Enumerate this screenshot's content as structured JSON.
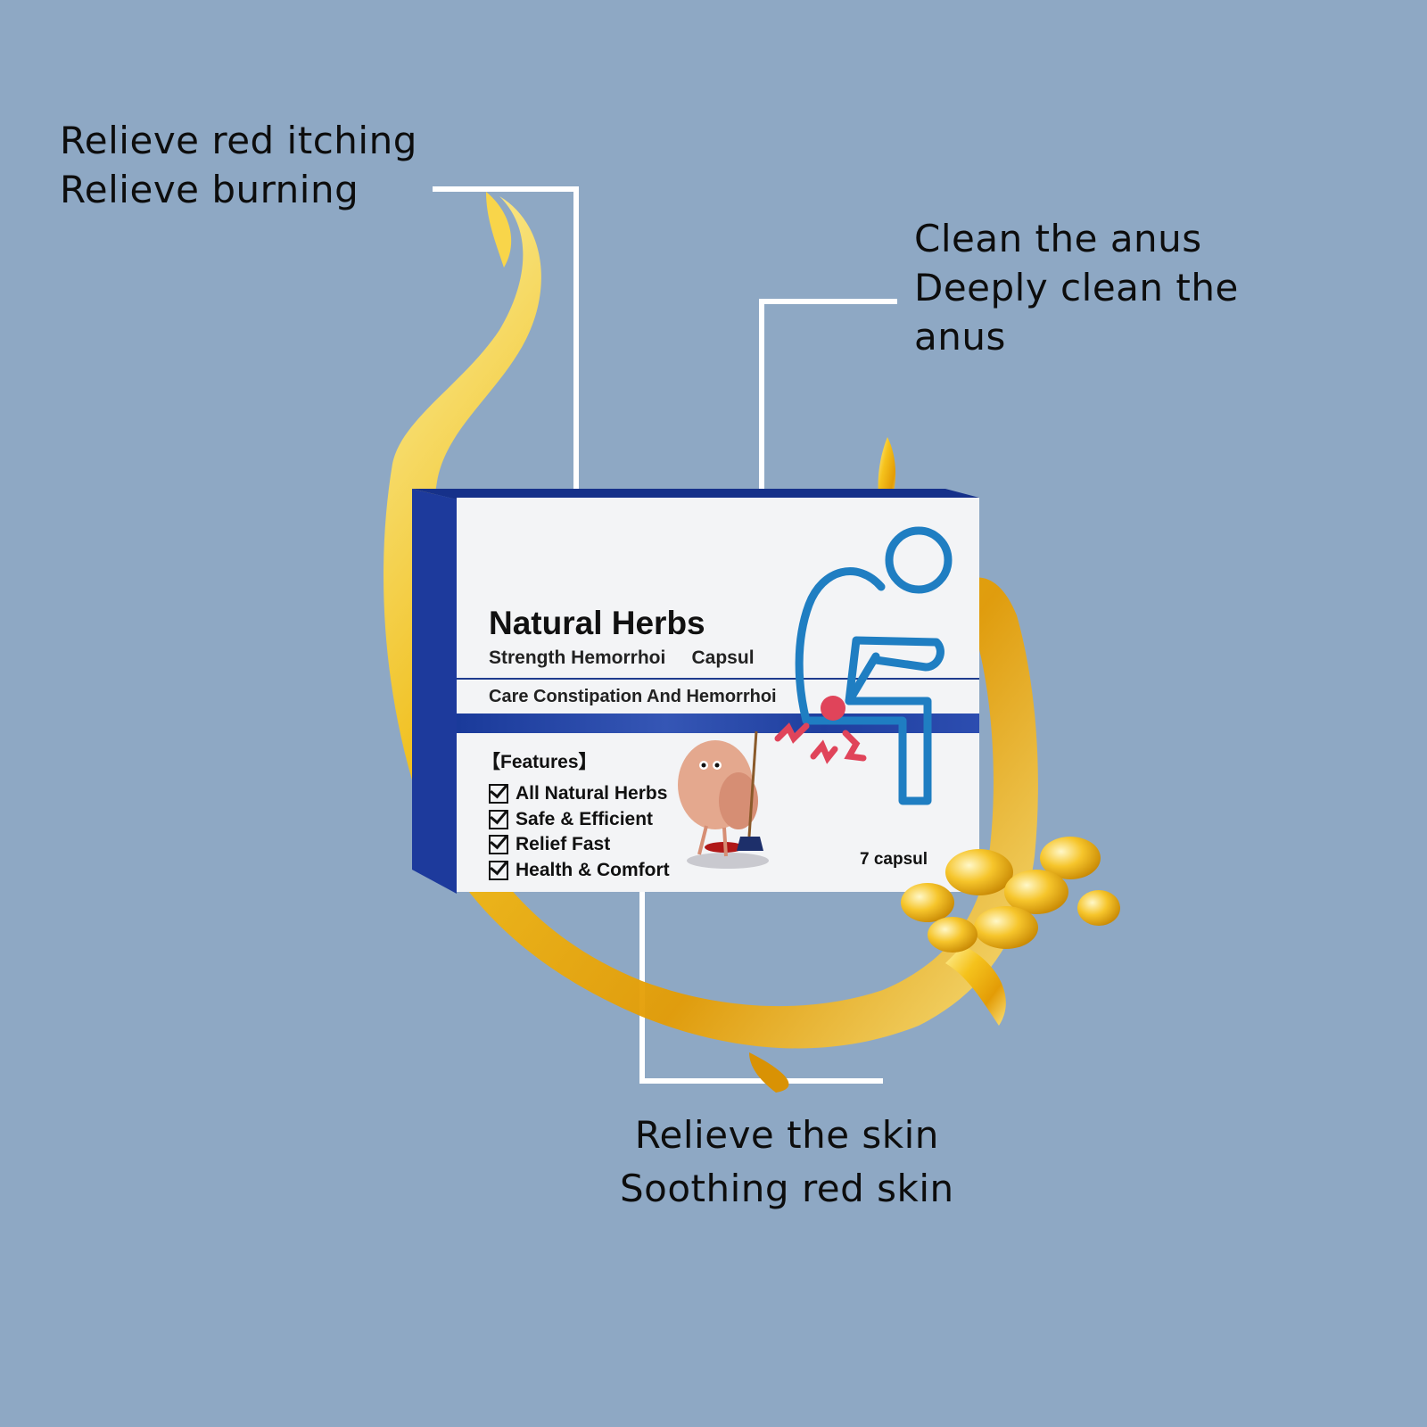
{
  "callouts": {
    "top_left": {
      "line1": "Relieve red itching",
      "line2": "Relieve burning"
    },
    "top_right": {
      "line1": "Clean the anus",
      "line2": "Deeply clean the",
      "line3": "anus"
    },
    "bottom": {
      "line1": "Relieve the skin",
      "line2": "Soothing red skin"
    }
  },
  "product": {
    "brand": "Natural Herbs",
    "subtitle": "Strength Hemorrhoi     Capsul",
    "tagline": "Care Constipation And Hemorrhoi",
    "features_title": "【Features】",
    "features": [
      "All Natural Herbs",
      "Safe & Efficient",
      "Relief Fast",
      "Health & Comfort"
    ],
    "count": "7 capsul"
  },
  "colors": {
    "background": "#8ea8c4",
    "box_blue": "#1d3a9c",
    "icon_blue": "#1f7ec2",
    "pain_red": "#e0445a",
    "gold": "#f2b718"
  }
}
